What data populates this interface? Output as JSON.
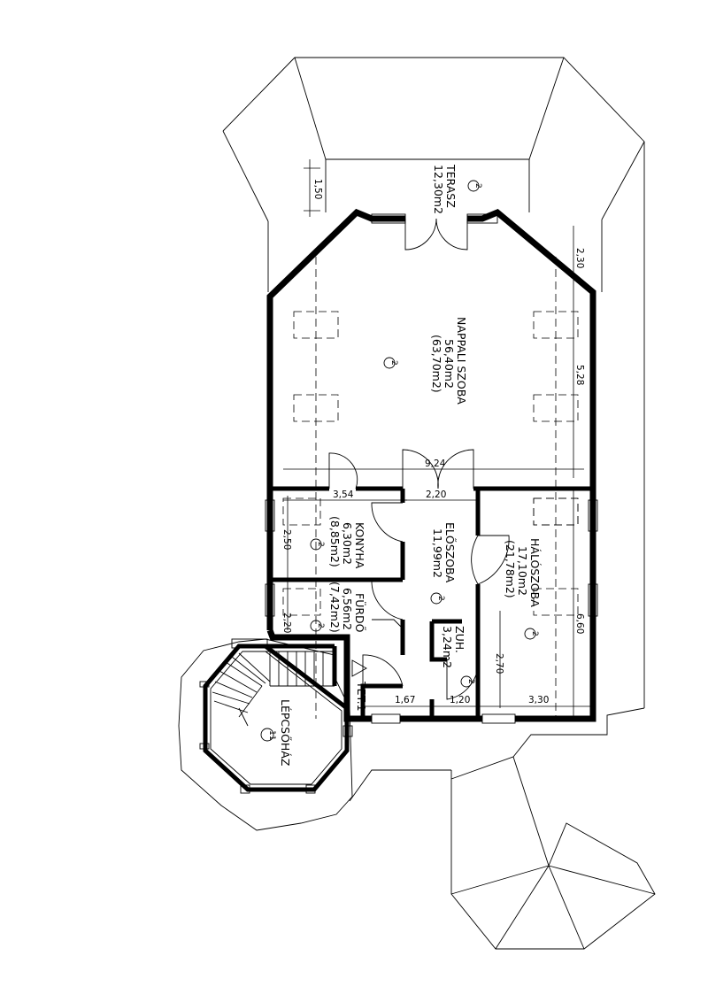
{
  "rooms": {
    "terasz": {
      "name": "TERASZ",
      "area": "12,30m2",
      "code": "2"
    },
    "nappali": {
      "name": "NAPPALI SZOBA",
      "area": "56,40m2",
      "area_total": "(63,70m2)",
      "code": "2"
    },
    "konyha": {
      "name": "KONYHA",
      "area": "6,30m2",
      "area_total": "(8,85m2)",
      "code": "2"
    },
    "furdo": {
      "name": "FÜRDŐ",
      "area": "6,56m2",
      "area_total": "(7,42m2)",
      "code": "2"
    },
    "eloszoba": {
      "name": "ELŐSZOBA",
      "area": "11,99m2",
      "code": "2"
    },
    "haloszoba": {
      "name": "HÁLÓSZOBA",
      "area": "17,10m2",
      "area_total": "(21,78m2)",
      "code": "2"
    },
    "zuh": {
      "name": "ZUH.",
      "area": "3,24m2",
      "code": "2"
    },
    "lepcsohaz": {
      "name": "LÉPCSŐHÁZ",
      "code": "11"
    }
  },
  "marker": {
    "label": "TET.1"
  },
  "dimensions": {
    "d150": "1,50",
    "d230": "2,30",
    "d528": "5,28",
    "d924": "9,24",
    "d354": "3,54",
    "d220a": "2,20",
    "d250": "2,50",
    "d220b": "2,20",
    "d660": "6,60",
    "d270": "2,70",
    "d167": "1,67",
    "d120": "1,20",
    "d330": "3,30"
  }
}
